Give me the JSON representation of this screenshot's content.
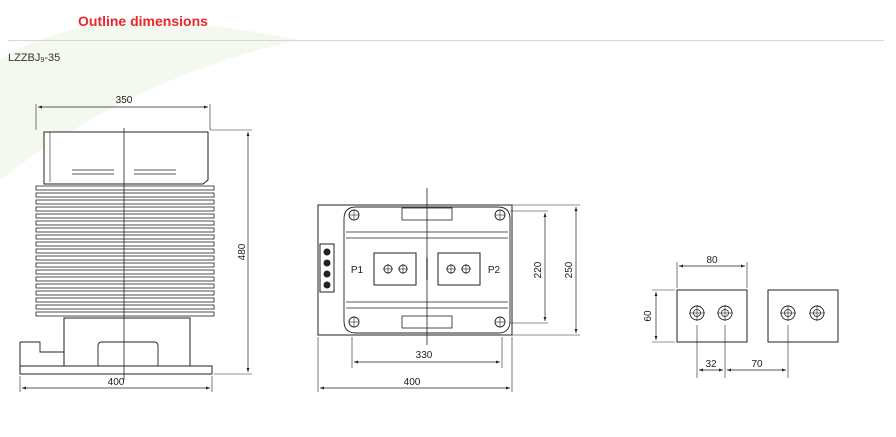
{
  "header": {
    "title": "Outline dimensions",
    "model_main": "LZZBJ",
    "model_sub": "9",
    "model_suffix": "-35",
    "accent_color": "#e8262b"
  },
  "front_view": {
    "dim_top": "350",
    "dim_height": "480",
    "dim_bottom": "400"
  },
  "top_view": {
    "label_p1": "P1",
    "label_p2": "P2",
    "dim_inner_height": "220",
    "dim_outer_height": "250",
    "dim_inner_width": "330",
    "dim_outer_width": "400"
  },
  "terminal_view": {
    "dim_width": "80",
    "dim_height": "60",
    "dim_pitch": "32",
    "dim_gap": "70"
  }
}
